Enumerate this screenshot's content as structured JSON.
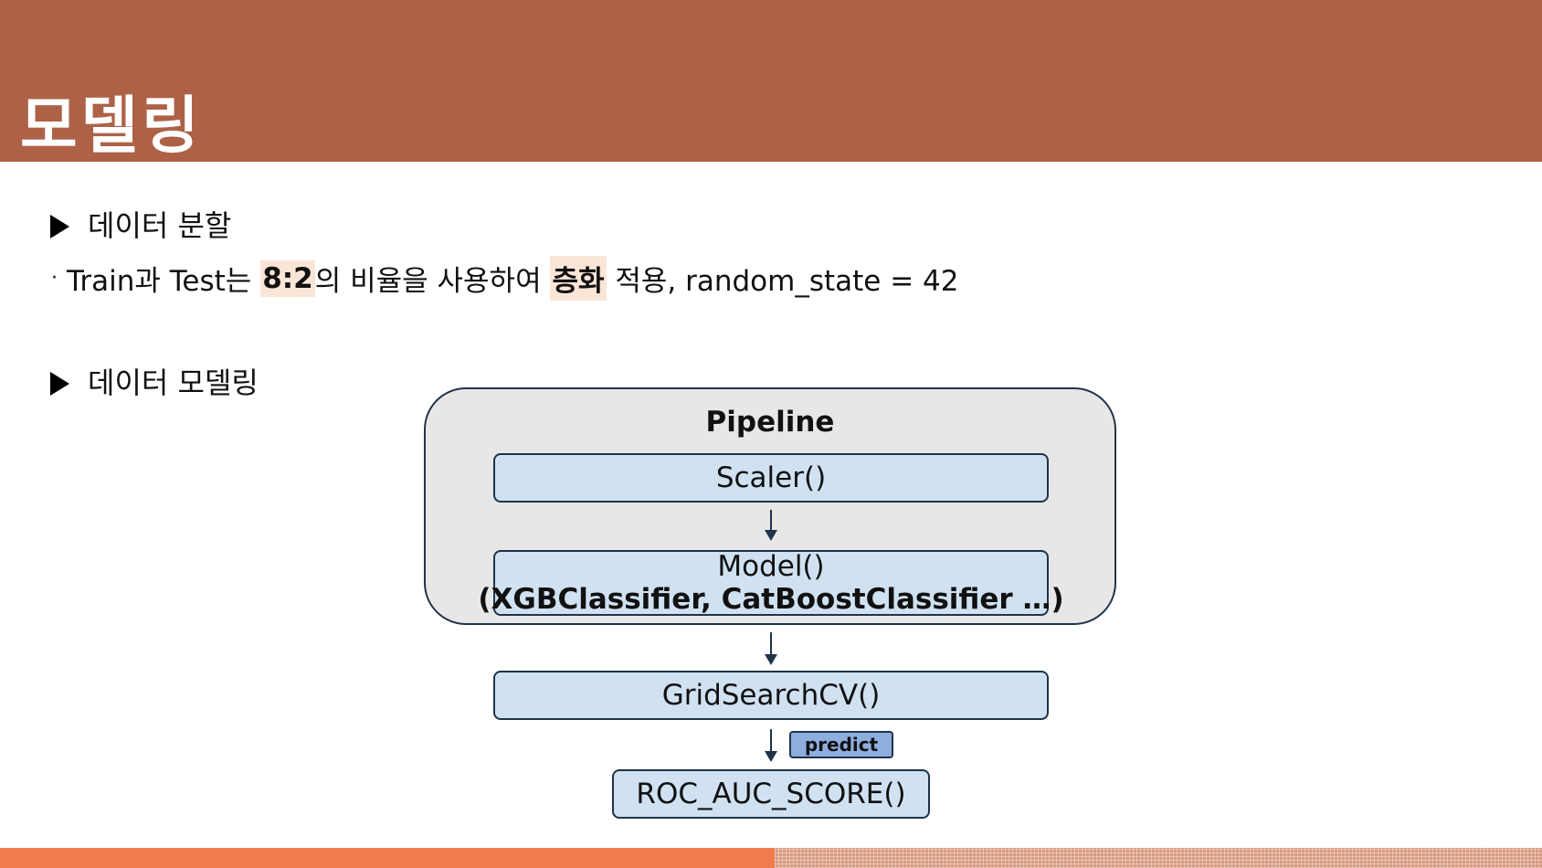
{
  "header": {
    "title": "모델링"
  },
  "sections": {
    "split": {
      "heading": "데이터 분할",
      "bullet": "·",
      "text_1": "Train과 Test는 ",
      "ratio": "8:2",
      "text_2": "의 비율을 사용하여 ",
      "stratify": "층화",
      "text_3": " 적용, random_state = 42"
    },
    "modeling": {
      "heading": "데이터 모델링"
    }
  },
  "diagram": {
    "pipeline_title": "Pipeline",
    "scaler": "Scaler()",
    "model": "Model()",
    "model_sub": "(XGBClassifier, CatBoostClassifier …)",
    "gridsearch": "GridSearchCV()",
    "predict_label": "predict",
    "score": "ROC_AUC_SCORE()"
  },
  "colors": {
    "header_bg": "#ad6248",
    "highlight": "#fbe5d6",
    "box_fill": "#d0e1f2",
    "pipeline_fill": "#e7e7e7",
    "border": "#1f3449",
    "badge_fill": "#8faee0",
    "footer_left": "#ef7b4f"
  }
}
